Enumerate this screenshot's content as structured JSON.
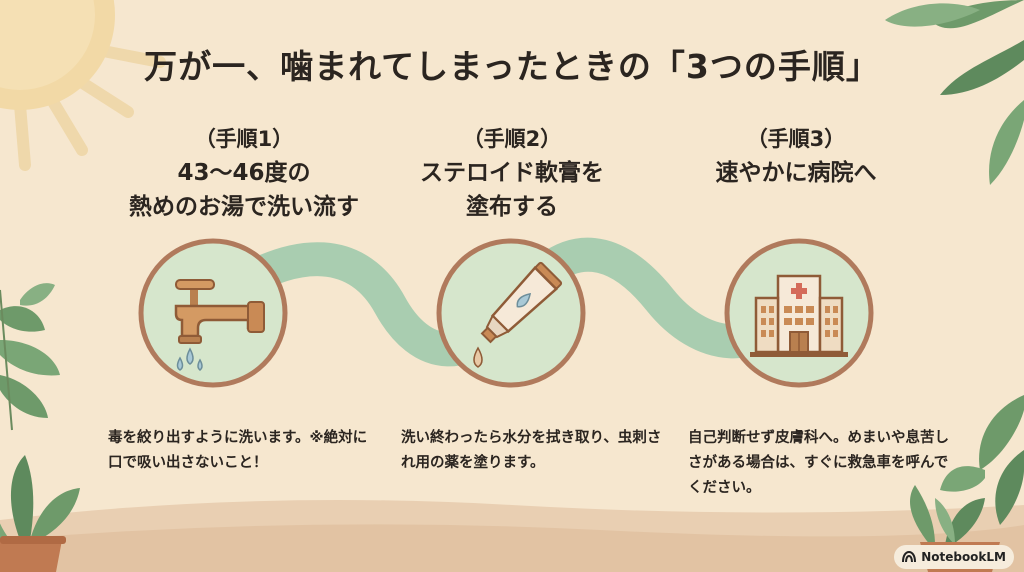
{
  "title": "万が一、噛まれてしまったときの「3つの手順」",
  "steps": [
    {
      "number": "（手順1）",
      "heading": [
        "43～46度の",
        "熱めのお湯で洗い流す"
      ],
      "icon": "faucet-icon",
      "description": "毒を絞り出すように洗います。※絶対に口で吸い出さないこと！"
    },
    {
      "number": "（手順2）",
      "heading": [
        "ステロイド軟膏を",
        "塗布する"
      ],
      "icon": "ointment-tube-icon",
      "description": "洗い終わったら水分を拭き取り、虫刺され用の薬を塗ります。"
    },
    {
      "number": "（手順3）",
      "heading": [
        "速やかに病院へ"
      ],
      "icon": "hospital-icon",
      "description": "自己判断せず皮膚科へ。めまいや息苦しさがある場合は、すぐに救急車を呼んでください。"
    }
  ],
  "badge": {
    "label": "NotebookLM",
    "icon": "notebooklm-logo-icon"
  },
  "colors": {
    "background": "#f6e7cf",
    "ribbon": "#a9cdb0",
    "circle_fill": "#d6e6cc",
    "circle_ring": "#b07a5c",
    "sun": "#f2d9a6",
    "leaf": "#6e9a6a",
    "pot": "#c07a52"
  }
}
